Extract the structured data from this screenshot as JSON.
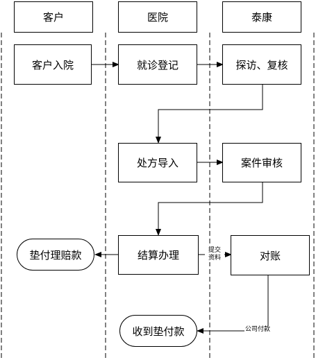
{
  "lanes": {
    "customer": "客户",
    "hospital": "医院",
    "taikang": "泰康"
  },
  "nodes": {
    "customer_admit": "客户入院",
    "register": "就诊登记",
    "visit_review": "探访、复核",
    "prescription_import": "处方导入",
    "case_review": "案件审核",
    "settlement": "结算办理",
    "advance_claim": "垫付理赔款",
    "reconcile": "对账",
    "receive_advance": "收到垫付款"
  },
  "edge_labels": {
    "submit_line1": "提交",
    "submit_line2": "资料",
    "company_pay": "公司付款"
  }
}
